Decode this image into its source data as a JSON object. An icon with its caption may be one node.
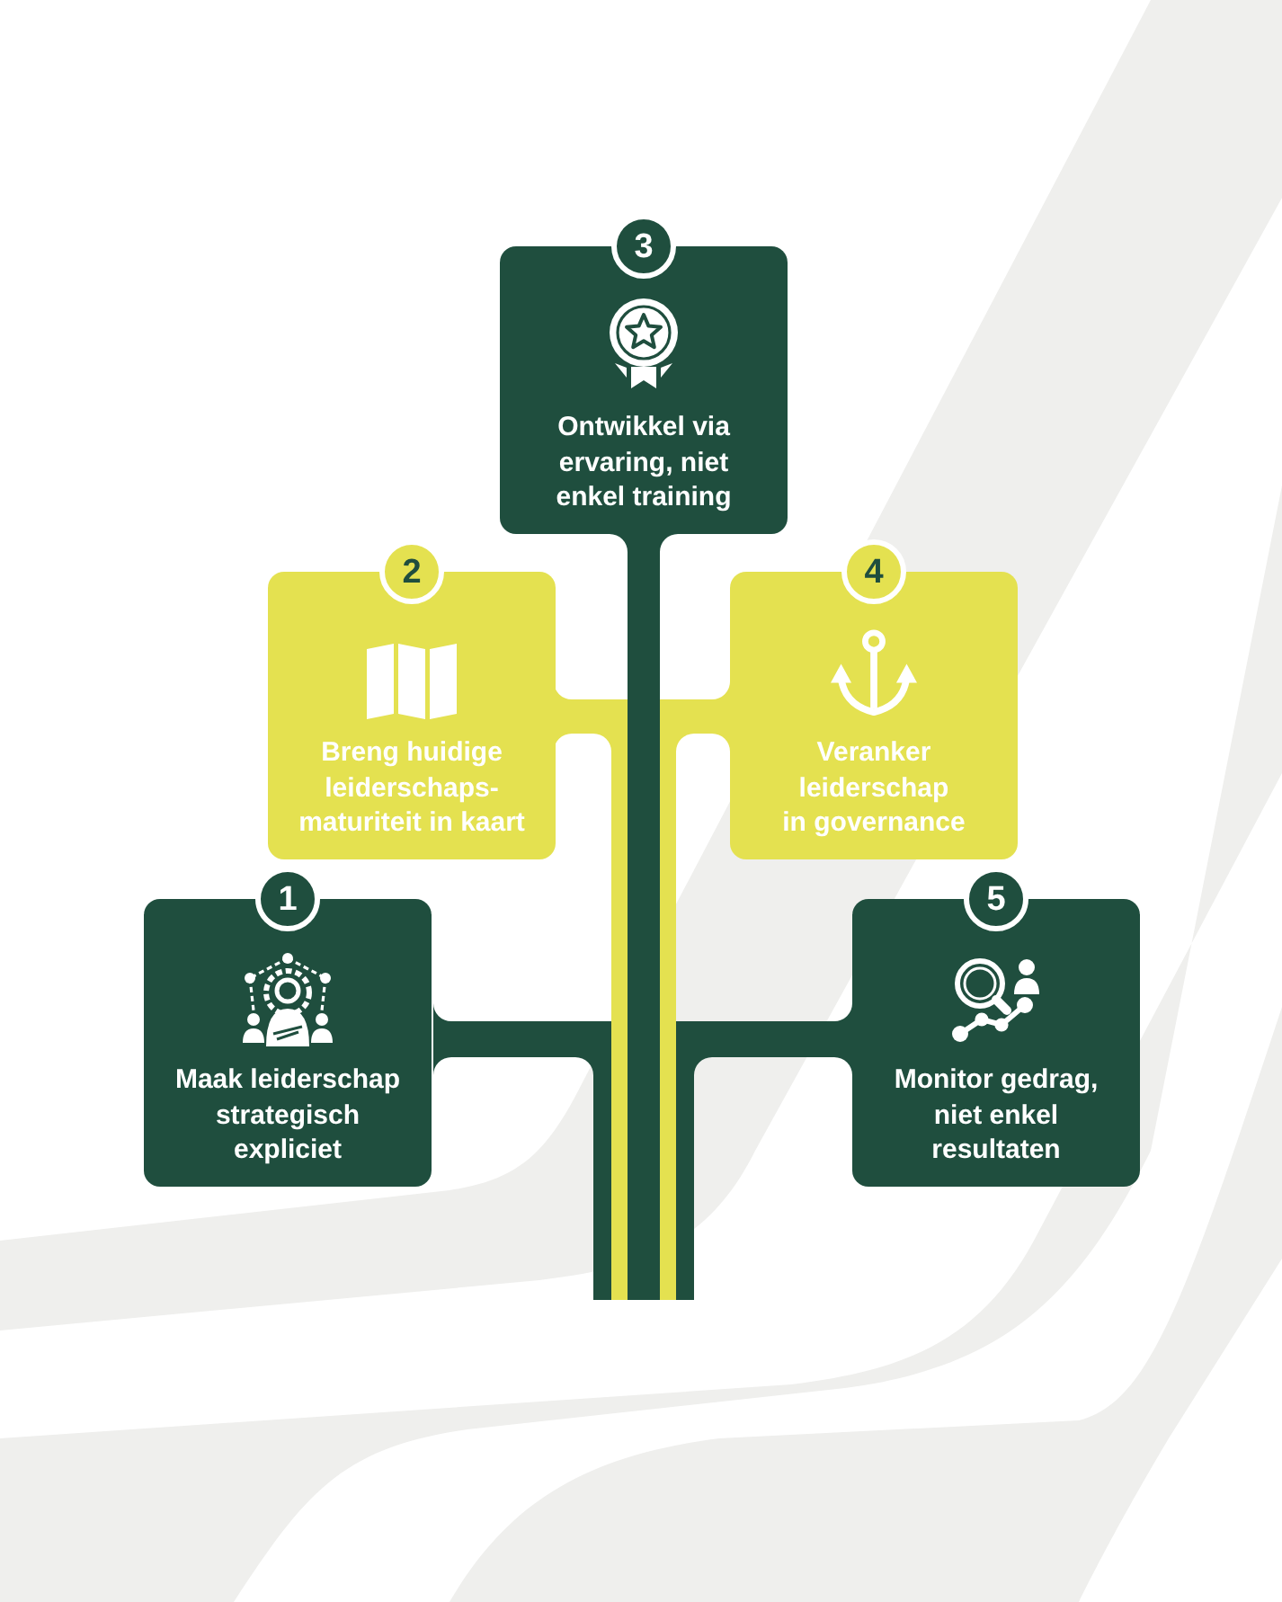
{
  "diagram": {
    "nodes": [
      {
        "text": [
          "1",
          "Maak leiderschap strategisch expliciet"
        ]
      },
      {
        "text": [
          "2",
          "Breng huidige leiderschaps- maturiteit in kaart"
        ]
      },
      {
        "text": [
          "3",
          "Ontwikkel via ervaring, niet enkel training"
        ]
      },
      {
        "text": [
          "4",
          "Veranker leiderschap in governance"
        ]
      },
      {
        "text": [
          "5",
          "Monitor gedrag, niet enkel resultaten"
        ]
      }
    ]
  }
}
